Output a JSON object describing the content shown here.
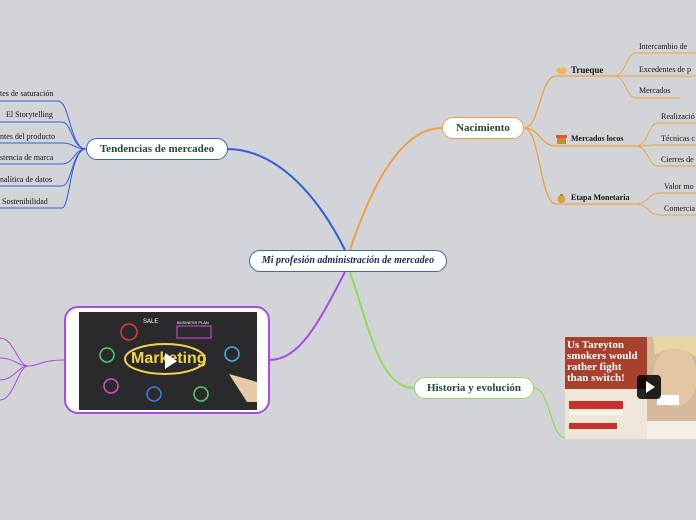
{
  "central": {
    "title": "Mi profesión administración de mercadeo"
  },
  "tendencias": {
    "title": "Tendencias de mercadeo",
    "items": [
      "tes de saturación",
      "El Storytelling",
      "ntes del producto",
      "stencia de marca",
      "nalítica de datos",
      "Sostenibilidad"
    ]
  },
  "nacimiento": {
    "title": "Nacimiento",
    "trueque": {
      "title": "Trueque",
      "items": [
        "Intercambio de",
        "Excedentes de p",
        "Mercados"
      ]
    },
    "mercados_locos": {
      "title": "Mercados locos",
      "items": [
        "Realizació",
        "Técnicas c",
        "Cierres de"
      ]
    },
    "etapa_monetaria": {
      "title": "Etapa Monetaria",
      "items": [
        "Valor mo",
        "Comercia"
      ]
    }
  },
  "historia": {
    "title": "Historia y evolución"
  },
  "video_marketing": {
    "word": "Marketing",
    "tags": [
      "SALE",
      "BUSINESS PLAN"
    ]
  },
  "ad_image": {
    "headline": "Us Tareyton smokers would rather fight than switch!"
  },
  "icons": {
    "trueque": "handshake-icon",
    "mercados": "market-stall-icon",
    "monetaria": "money-bag-icon",
    "play": "play-icon"
  },
  "colors": {
    "tendencias": "#2f5fd9",
    "nacimiento": "#f0a040",
    "historia": "#8fdc5a",
    "video": "#a94be0",
    "central_border": "#2f6fb7"
  }
}
